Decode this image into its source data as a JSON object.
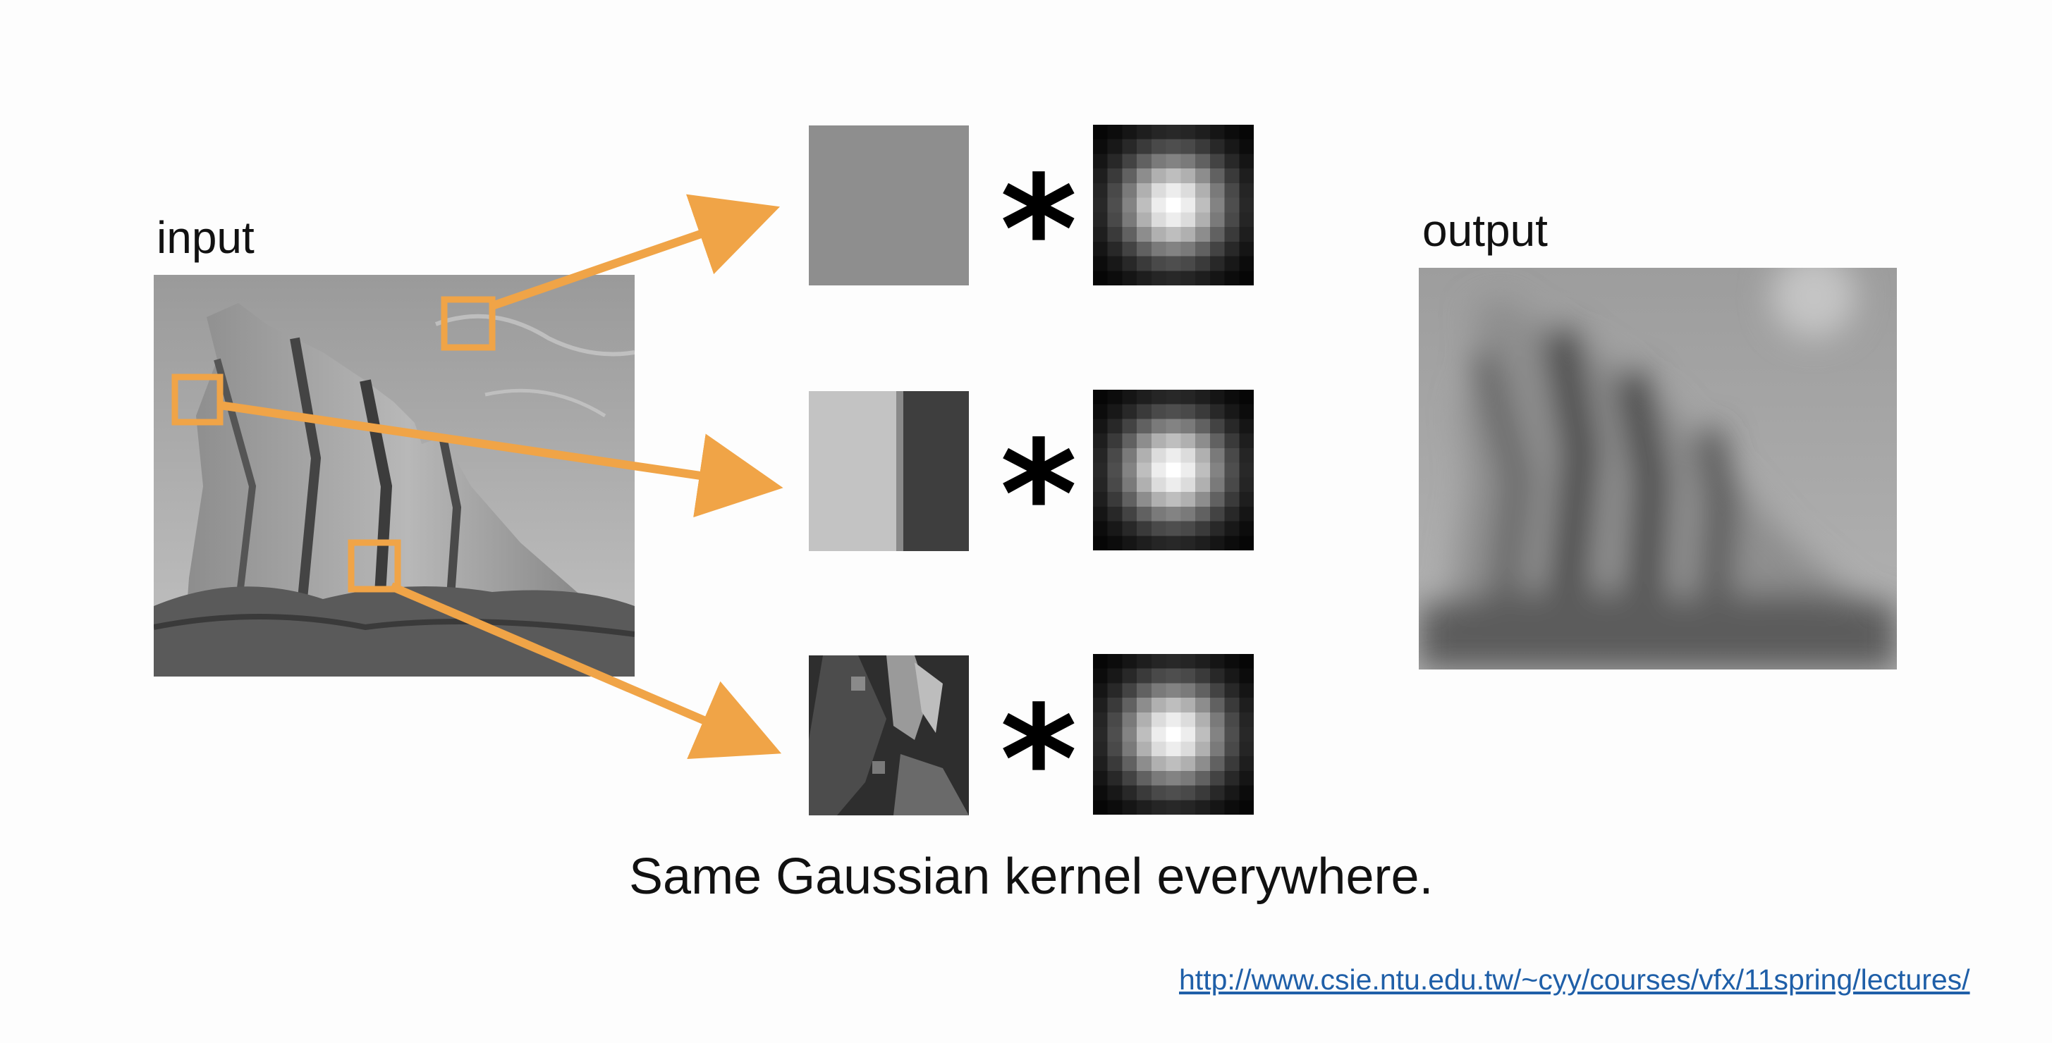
{
  "labels": {
    "input": "input",
    "output": "output"
  },
  "operator_symbol": "*",
  "caption": "Same Gaussian kernel everywhere.",
  "source_url": "http://www.csie.ntu.edu.tw/~cyy/courses/vfx/11spring/lectures/",
  "colors": {
    "accent": "#F0A447",
    "link": "#1F5FA8",
    "background": "#FDFDFD"
  },
  "rows": [
    {
      "patch": "sky-patch",
      "kernel": "gaussian-kernel"
    },
    {
      "patch": "rock-edge-patch",
      "kernel": "gaussian-kernel"
    },
    {
      "patch": "texture-patch",
      "kernel": "gaussian-kernel"
    }
  ]
}
